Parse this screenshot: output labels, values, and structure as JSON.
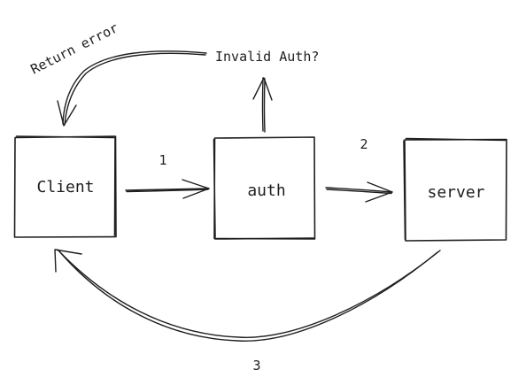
{
  "nodes": {
    "client": {
      "label": "Client"
    },
    "auth": {
      "label": "auth"
    },
    "server": {
      "label": "server"
    }
  },
  "edges": {
    "client_to_auth": {
      "label": "1"
    },
    "auth_to_server": {
      "label": "2"
    },
    "server_to_client": {
      "label": "3"
    },
    "auth_to_invalid": {
      "label": "Invalid Auth?"
    },
    "invalid_to_client": {
      "label": "Return error"
    }
  },
  "colors": {
    "ink": "#1e1e1e",
    "background": "#ffffff"
  }
}
